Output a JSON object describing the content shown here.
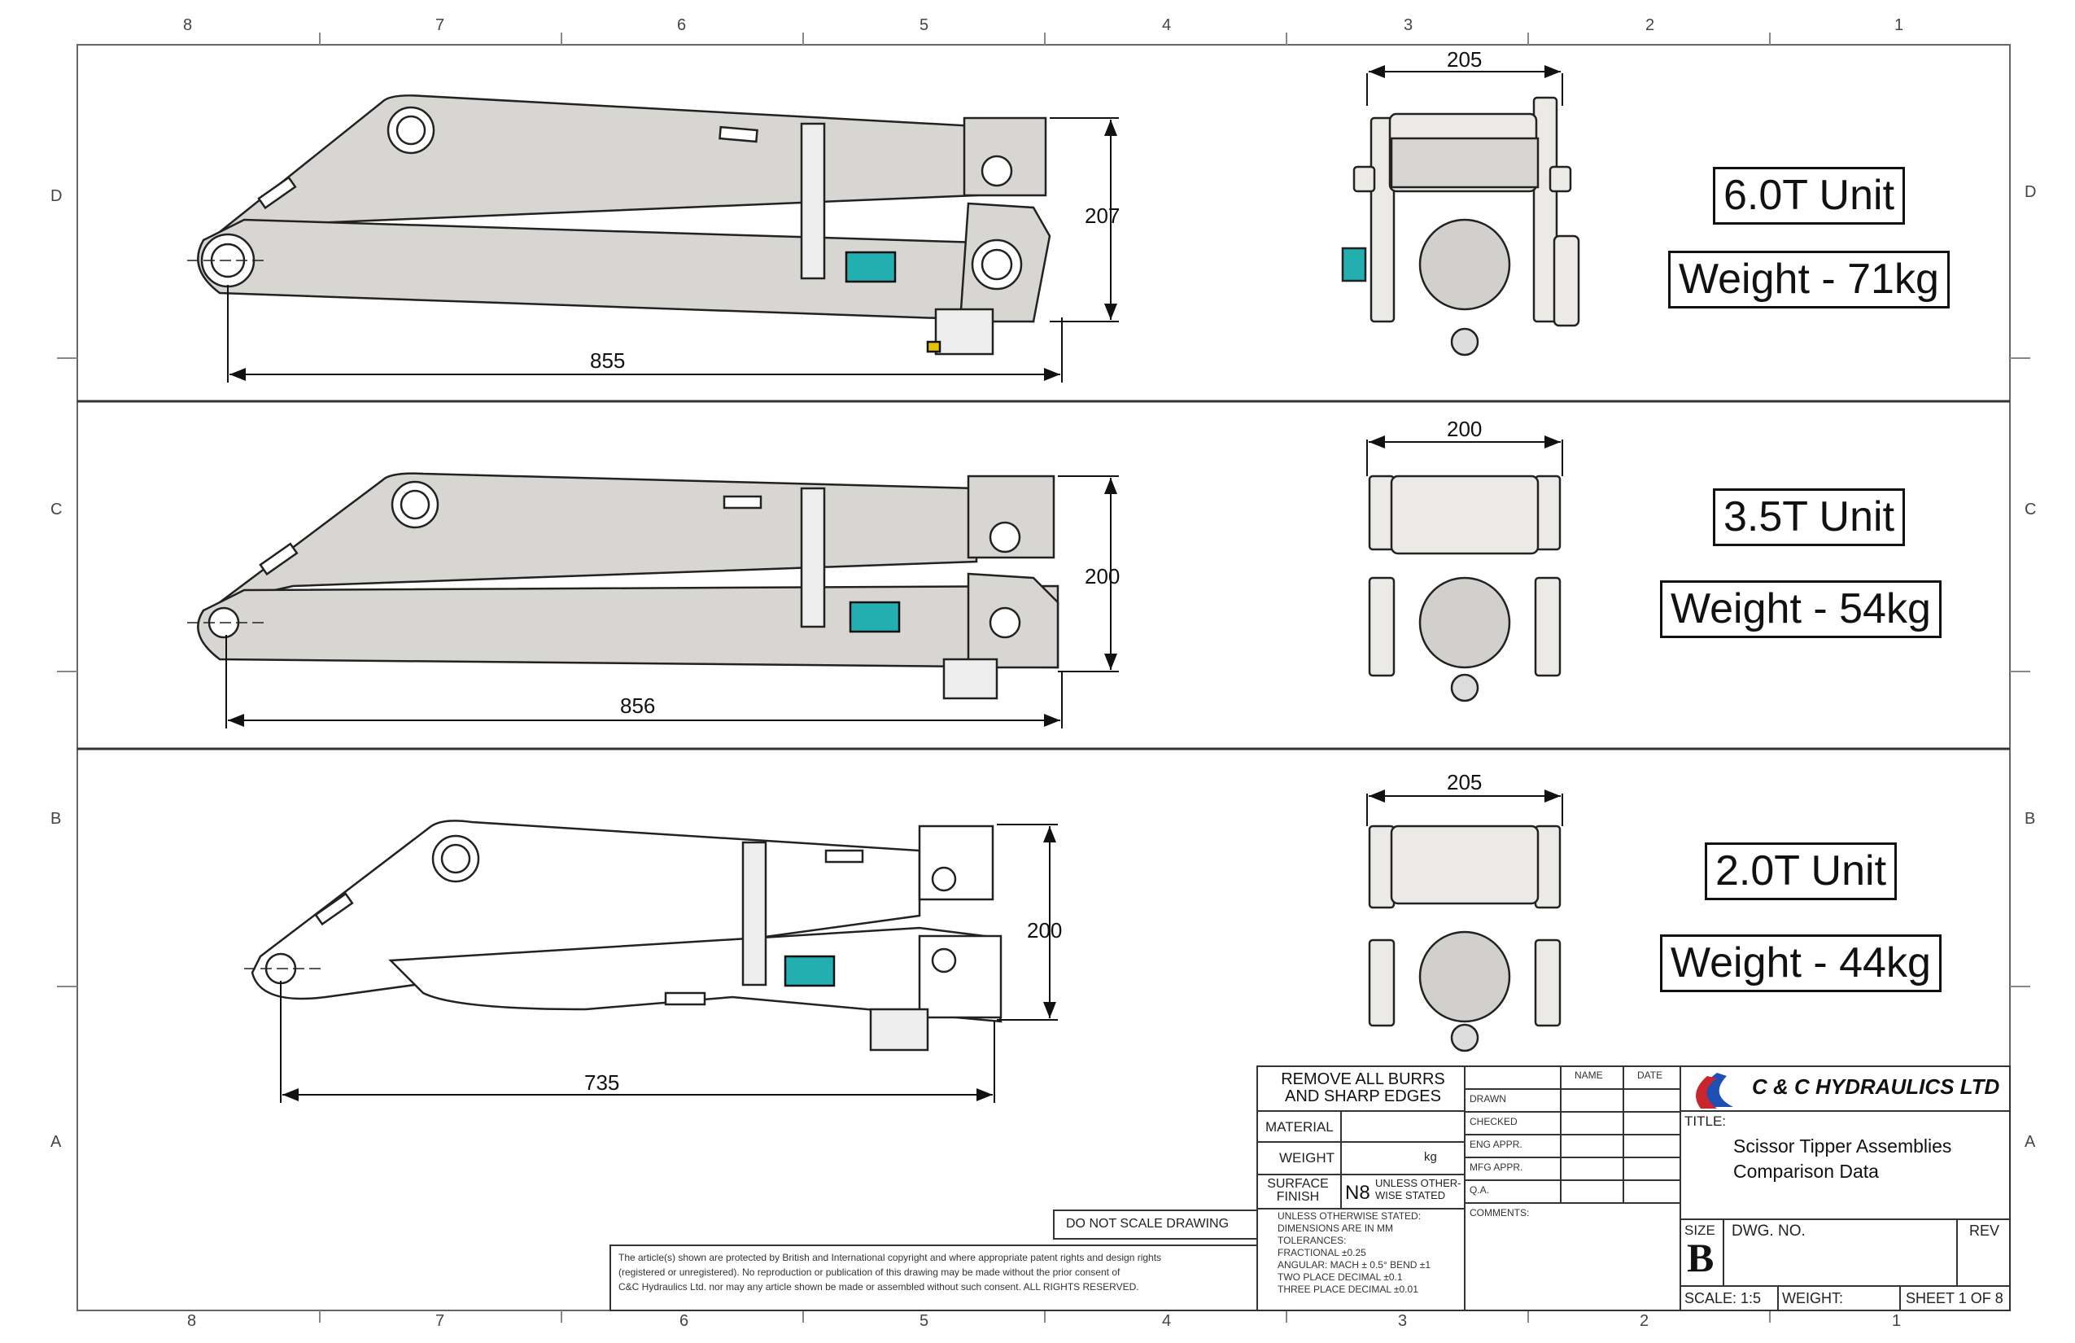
{
  "zones": {
    "cols": [
      "8",
      "7",
      "6",
      "5",
      "4",
      "3",
      "2",
      "1"
    ],
    "rows": [
      "D",
      "C",
      "B",
      "A"
    ]
  },
  "units": [
    {
      "name": "6.0T Unit",
      "weight": "Weight - 71kg",
      "side_length": "855",
      "side_height": "207",
      "front_width": "205"
    },
    {
      "name": "3.5T Unit",
      "weight": "Weight - 54kg",
      "side_length": "856",
      "side_height": "200",
      "front_width": "200"
    },
    {
      "name": "2.0T Unit",
      "weight": "Weight - 44kg",
      "side_length": "735",
      "side_height": "200",
      "front_width": "205"
    }
  ],
  "title_block": {
    "burrs": "REMOVE ALL BURRS AND SHARP EDGES",
    "material_label": "MATERIAL",
    "weight_label": "WEIGHT",
    "weight_unit": "kg",
    "surface_label": "SURFACE FINISH",
    "surface_value": "N8",
    "surface_note": "UNLESS OTHER- WISE STATED",
    "tolerances": [
      "UNLESS OTHERWISE STATED:",
      "DIMENSIONS ARE IN MM",
      "TOLERANCES:",
      "FRACTIONAL ±0.25",
      "ANGULAR: MACH ± 0.5° BEND ±1",
      "TWO PLACE DECIMAL   ±0.1",
      "THREE PLACE DECIMAL  ±0.01"
    ],
    "do_not_scale": "DO NOT SCALE DRAWING",
    "copyright": [
      "The article(s) shown are protected by British and International copyright and where appropriate patent rights and design rights",
      "(registered or unregistered). No reproduction or publication of this drawing may be made without the prior consent of",
      "C&C Hydraulics Ltd. nor may any article shown be made or assembled without such consent. ALL RIGHTS RESERVED."
    ],
    "name_header": "NAME",
    "date_header": "DATE",
    "approvals": [
      "DRAWN",
      "CHECKED",
      "ENG APPR.",
      "MFG APPR.",
      "Q.A."
    ],
    "comments": "COMMENTS:",
    "company": "C & C HYDRAULICS LTD",
    "title_label": "TITLE:",
    "title_line1": "Scissor Tipper Assemblies",
    "title_line2": "Comparison Data",
    "size_label": "SIZE",
    "size_value": "B",
    "dwg_label": "DWG.  NO.",
    "rev_label": "REV",
    "scale": "SCALE: 1:5",
    "weight_footer": "WEIGHT:",
    "sheet": "SHEET 1 OF 8"
  },
  "colors": {
    "arm_fill": "#d8d6d3",
    "teal": "#23aeb0",
    "line": "#111111",
    "yellow": "#e7c200"
  }
}
